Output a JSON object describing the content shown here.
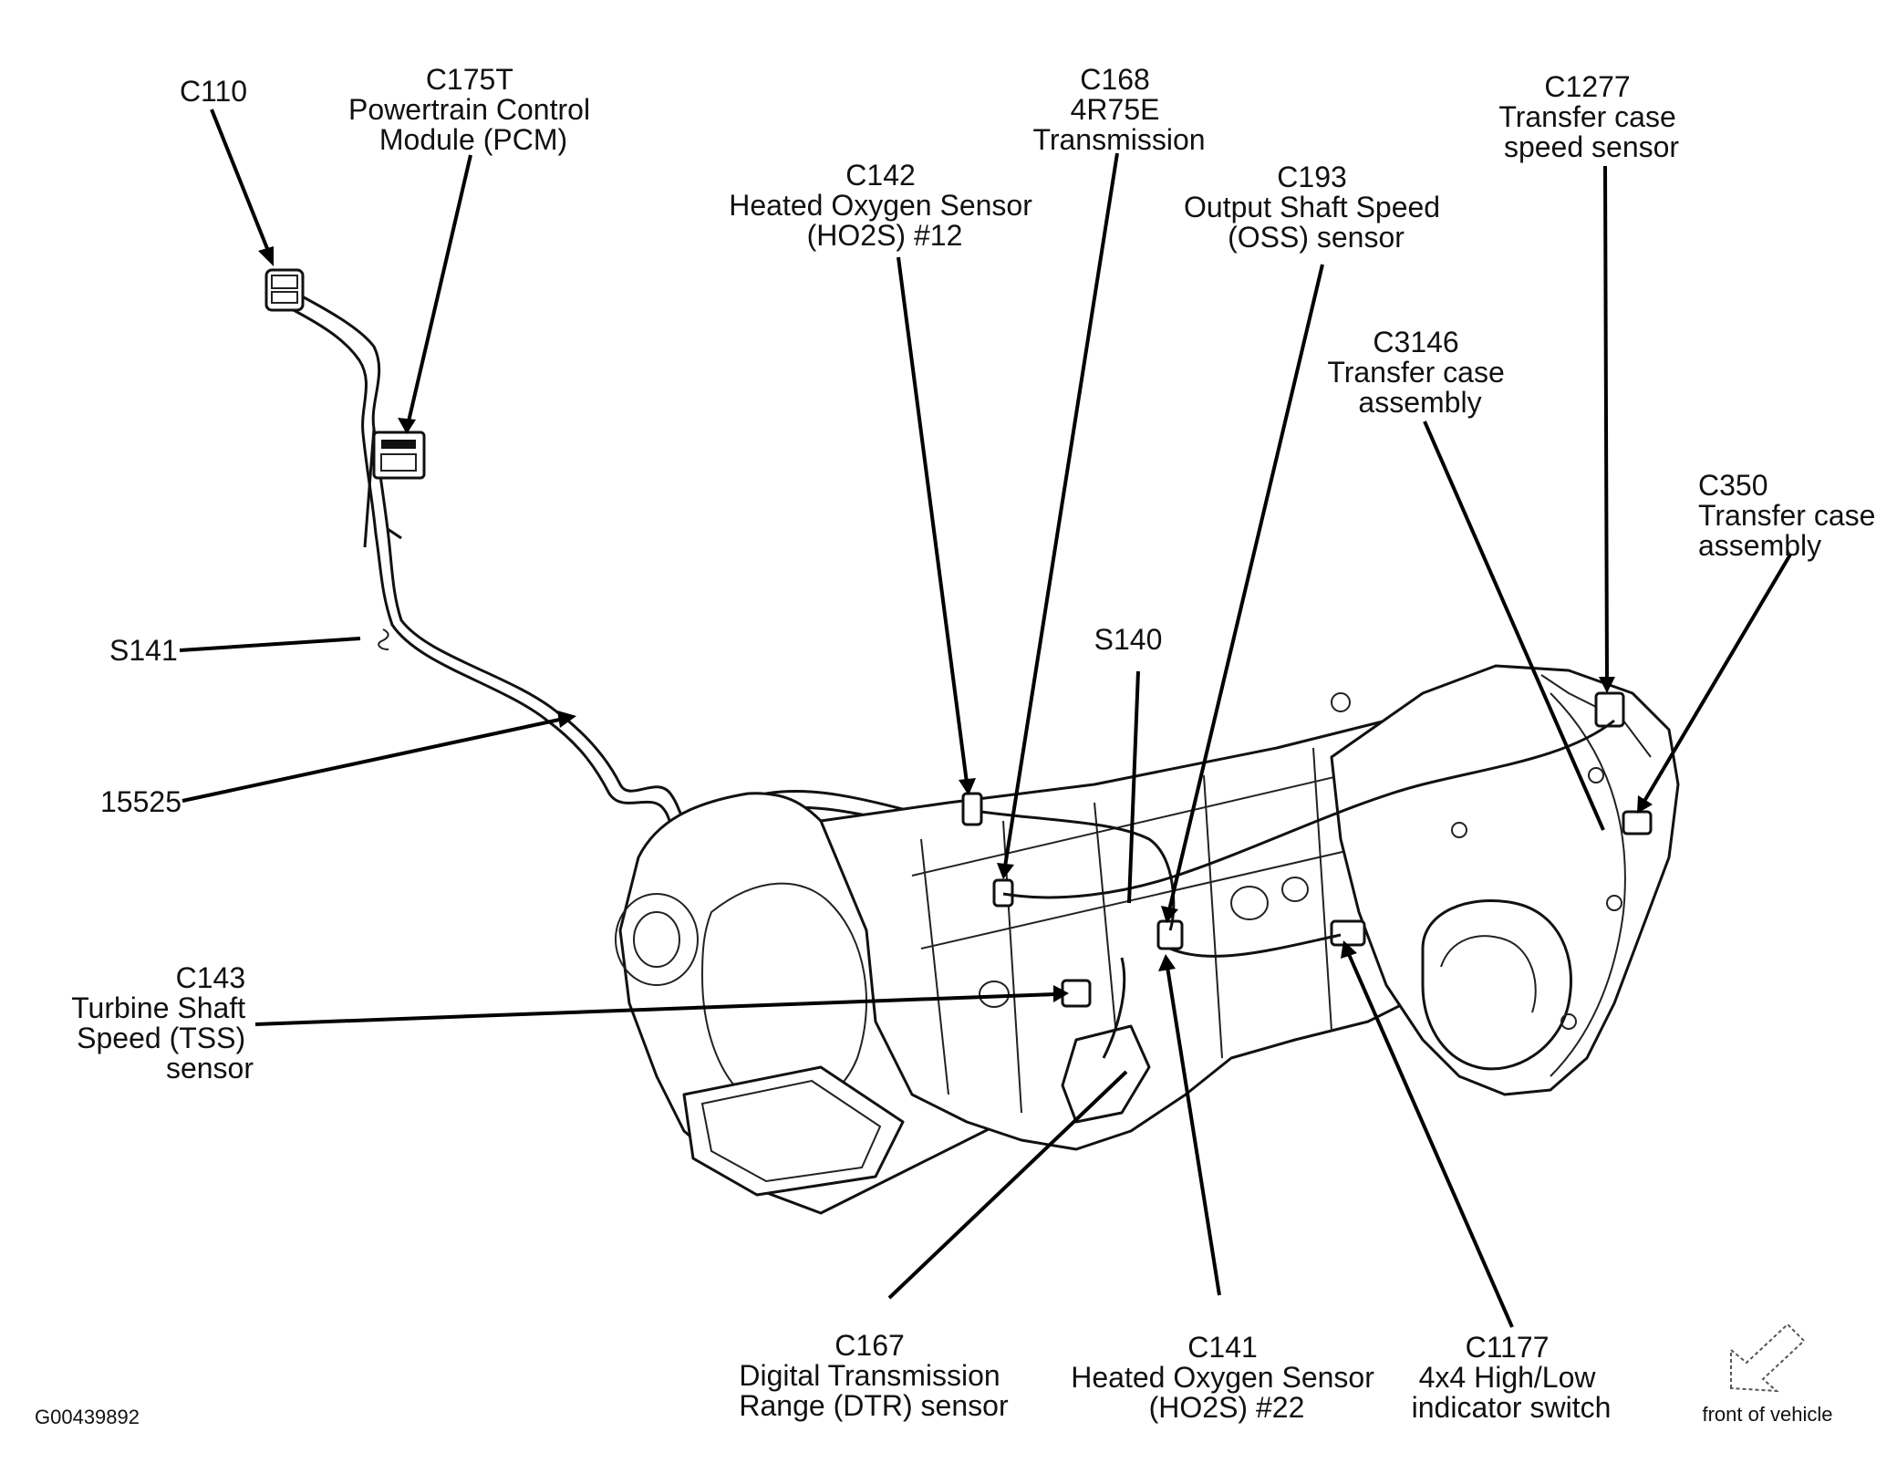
{
  "labels": {
    "c110": [
      "C110"
    ],
    "c175t": [
      "C175T",
      "Powertrain Control",
      "Module (PCM)"
    ],
    "c168": [
      "C168",
      "4R75E",
      "Transmission"
    ],
    "c142": [
      "C142",
      "Heated Oxygen Sensor",
      "(HO2S) #12"
    ],
    "c193": [
      "C193",
      "Output Shaft Speed",
      "(OSS) sensor"
    ],
    "c1277": [
      "C1277",
      "Transfer case",
      "speed sensor"
    ],
    "c3146": [
      "C3146",
      "Transfer case",
      "assembly"
    ],
    "c350": [
      "C350",
      "Transfer case",
      "assembly"
    ],
    "s141": [
      "S141"
    ],
    "s140": [
      "S140"
    ],
    "n15525": [
      "15525"
    ],
    "c143": [
      "C143",
      "Turbine Shaft",
      "Speed (TSS)",
      "sensor"
    ],
    "c167": [
      "C167",
      "Digital Transmission",
      "Range  (DTR) sensor"
    ],
    "c141": [
      "C141",
      "Heated Oxygen Sensor",
      "(HO2S) #22"
    ],
    "c1177": [
      "C1177",
      "4x4 High/Low",
      "indicator switch"
    ]
  },
  "figure_id": "G00439892",
  "front_indicator": "front of vehicle"
}
